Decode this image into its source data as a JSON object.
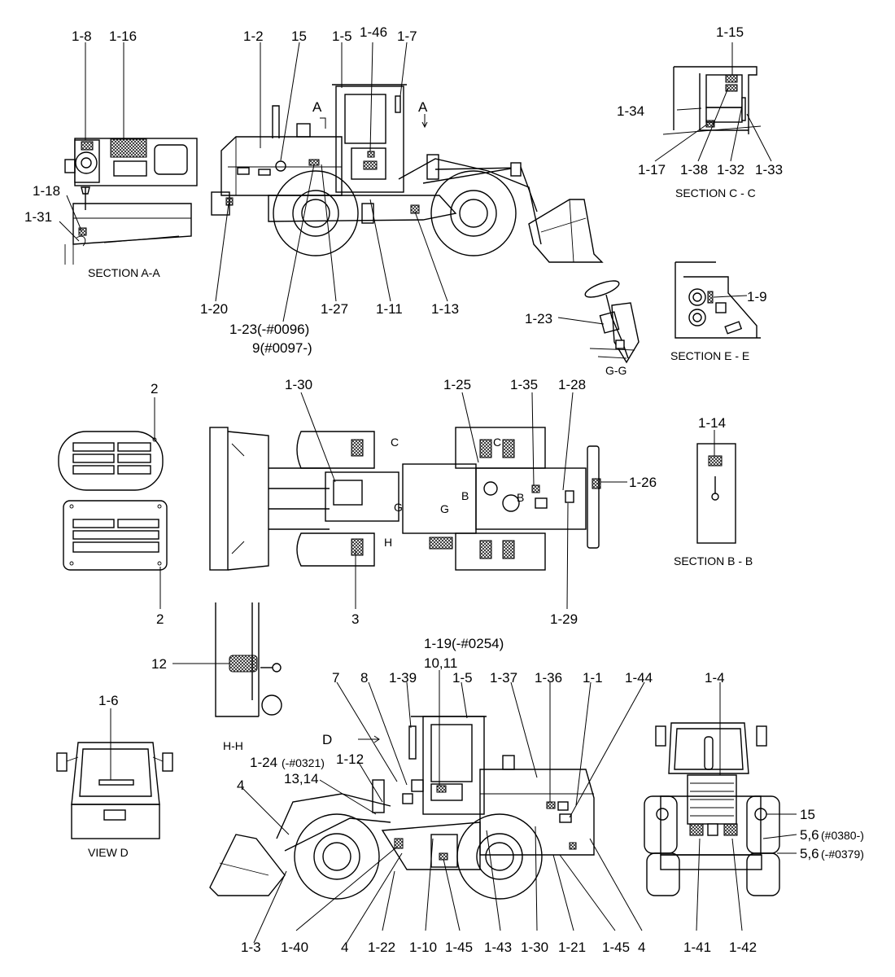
{
  "callouts": {
    "c_1_8": "1-8",
    "c_1_16": "1-16",
    "c_1_18": "1-18",
    "c_1_31": "1-31",
    "c_1_2": "1-2",
    "c_15a": "15",
    "c_1_5a": "1-5",
    "c_1_46": "1-46",
    "c_1_7": "1-7",
    "c_A1": "A",
    "c_A2": "A",
    "c_1_20": "1-20",
    "c_1_27": "1-27",
    "c_1_11": "1-11",
    "c_1_13": "1-13",
    "c_1_23a": "1-23(-#0096)",
    "c_9b": "9(#0097-)",
    "c_1_15": "1-15",
    "c_1_34": "1-34",
    "c_1_17": "1-17",
    "c_1_38": "1-38",
    "c_1_32": "1-32",
    "c_1_33": "1-33",
    "c_1_23b": "1-23",
    "c_1_9": "1-9",
    "c_2a": "2",
    "c_2b": "2",
    "c_1_30a": "1-30",
    "c_1_25": "1-25",
    "c_1_35": "1-35",
    "c_1_28": "1-28",
    "c_1_26": "1-26",
    "c_3": "3",
    "c_1_29": "1-29",
    "c_1_14": "1-14",
    "c_Cm1": "C",
    "c_Cm2": "C",
    "c_Gm1": "G",
    "c_Gm2": "G",
    "c_Bm1": "B",
    "c_Bm2": "B",
    "c_Hm": "H",
    "c_12": "12",
    "c_1_19": "1-19(-#0254)",
    "c_10_11": "10,11",
    "c_7": "7",
    "c_8": "8",
    "c_1_39": "1-39",
    "c_1_5b": "1-5",
    "c_1_37": "1-37",
    "c_1_36": "1-36",
    "c_1_1": "1-1",
    "c_1_44": "1-44",
    "c_1_6": "1-6",
    "c_D": "D",
    "c_1_24": "1-24",
    "c_1_24s": "(-#0321)",
    "c_1_12": "1-12",
    "c_13_14": "13,14",
    "c_4a": "4",
    "c_1_4": "1-4",
    "c_15b": "15",
    "c_5_6a": "5,6",
    "c_5_6as": "(#0380-)",
    "c_5_6b": "5,6",
    "c_5_6bs": "(-#0379)",
    "c_1_3": "1-3",
    "c_1_40": "1-40",
    "c_4b": "4",
    "c_1_22": "1-22",
    "c_1_10": "1-10",
    "c_1_45a": "1-45",
    "c_1_43": "1-43",
    "c_1_30b": "1-30",
    "c_1_21": "1-21",
    "c_1_45b": "1-45",
    "c_4c": "4",
    "c_1_41": "1-41",
    "c_1_42": "1-42"
  },
  "captions": {
    "section_aa": "SECTION A-A",
    "section_cc": "SECTION C - C",
    "section_ee": "SECTION E - E",
    "gg": "G-G",
    "section_bb": "SECTION B - B",
    "hh": "H-H",
    "view_d": "VIEW D"
  }
}
